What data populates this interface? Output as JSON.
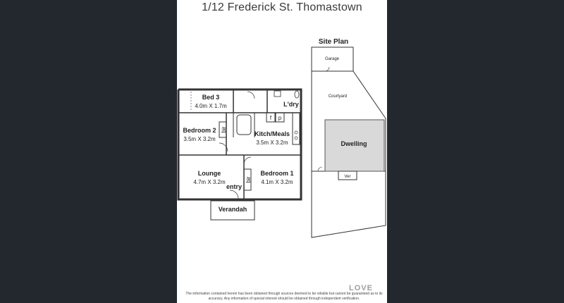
{
  "title": "1/12 Frederick St. Thomastown",
  "site_plan": {
    "heading": "Site Plan",
    "garage": "Garage",
    "courtyard": "Courtyard",
    "dwelling": "Dwelling",
    "verandah": "Ver"
  },
  "rooms": {
    "bed3": {
      "name": "Bed 3",
      "size": "4.0m X 1.7m"
    },
    "laundry": {
      "name": "L'dry"
    },
    "bedroom2": {
      "name": "Bedroom 2",
      "size": "3.5m X 3.2m"
    },
    "kitchen": {
      "name": "Kitch/Meals",
      "size": "3.5m X 3.2m"
    },
    "lounge": {
      "name": "Lounge",
      "size": "4.7m X 3.2m"
    },
    "bedroom1": {
      "name": "Bedroom 1",
      "size": "4.1m X 3.2m"
    },
    "entry": "entry",
    "verandah": "Verandah",
    "bir_left": "bir",
    "bir_right": "bir",
    "fridge": "f",
    "pantry": "p"
  },
  "footer": {
    "disclaimer": "The information contained herein has been obtained through sources deemed to be reliable but cannot be guaranteed as to its accuracy. Any information of special interest should be obtained through independent verification.",
    "logo": "LOVE"
  }
}
